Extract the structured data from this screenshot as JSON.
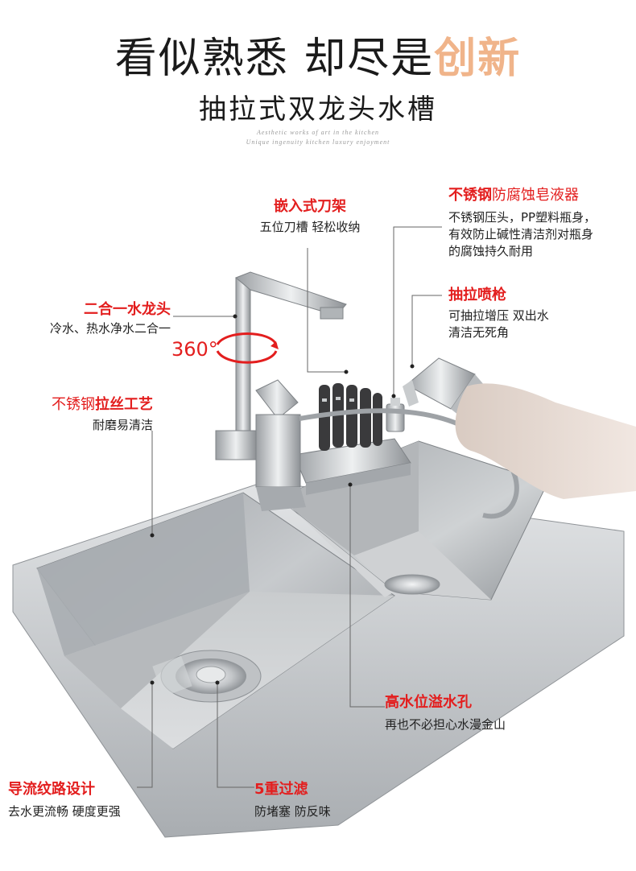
{
  "header": {
    "headline_main": "看似熟悉 却尽是",
    "headline_accent": "创新",
    "subhead": "抽拉式双龙头水槽",
    "tagline_1": "Aesthetic works of art in the kitchen",
    "tagline_2": "Unique ingenuity kitchen luxury enjoyment"
  },
  "features": {
    "knife_rack": {
      "title": "嵌入式刀架",
      "desc": "五位刀槽 轻松收纳"
    },
    "soap": {
      "title_red": "不锈钢",
      "title_rest": "防腐蚀皂液器",
      "desc_1": "不锈钢压头，PP塑料瓶身，",
      "desc_2": "有效防止碱性清洁剂对瓶身",
      "desc_3": "的腐蚀持久耐用"
    },
    "faucet": {
      "title": "二合一水龙头",
      "desc": "冷水、热水净水二合一"
    },
    "rotation": {
      "label": "360°"
    },
    "sprayer": {
      "title": "抽拉喷枪",
      "desc_1": "可抽拉增压 双出水",
      "desc_2": "清洁无死角"
    },
    "brushed": {
      "title_red": "不锈钢",
      "title_rest": "拉丝工艺",
      "desc": "耐磨易清洁"
    },
    "overflow": {
      "title": "高水位溢水孔",
      "desc": "再也不必担心水漫金山"
    },
    "drainage": {
      "title": "导流纹路设计",
      "desc": "去水更流畅 硬度更强"
    },
    "filter": {
      "title": "5重过滤",
      "desc": "防堵塞 防反味"
    }
  },
  "colors": {
    "accent_red": "#e31e1e",
    "headline_accent": "#f0b48a",
    "steel": "#b9bcbf"
  }
}
